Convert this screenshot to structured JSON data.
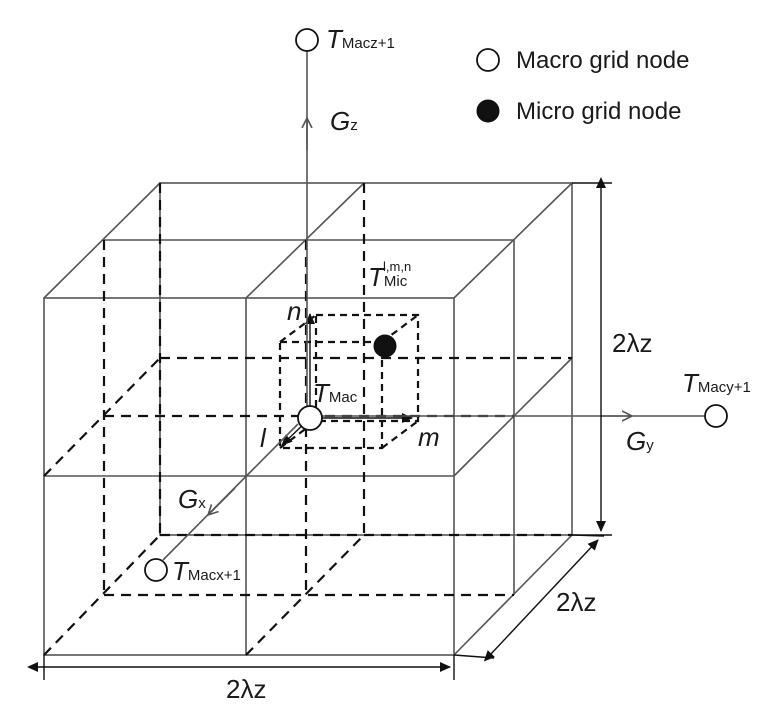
{
  "legend": {
    "macro_label": "Macro grid node",
    "micro_label": "Micro grid node"
  },
  "nodes": {
    "t_z_main": "T",
    "t_z_sub": "Macz+1",
    "t_y_main": "T",
    "t_y_sub": "Macy+1",
    "t_x_main": "T",
    "t_x_sub": "Macx+1",
    "t_center_main": "T",
    "t_center_sub": "Mac",
    "t_micro_main": "T",
    "t_micro_sup": "l,m,n",
    "t_micro_sub": "Mic"
  },
  "axes": {
    "gz": "G",
    "gz_sub": "z",
    "gy": "G",
    "gy_sub": "y",
    "gx": "G",
    "gx_sub": "x",
    "l": "l",
    "m": "m",
    "n": "n"
  },
  "dimensions": {
    "vertical": "2λz",
    "bottom": "2λz",
    "depth": "2λz"
  }
}
